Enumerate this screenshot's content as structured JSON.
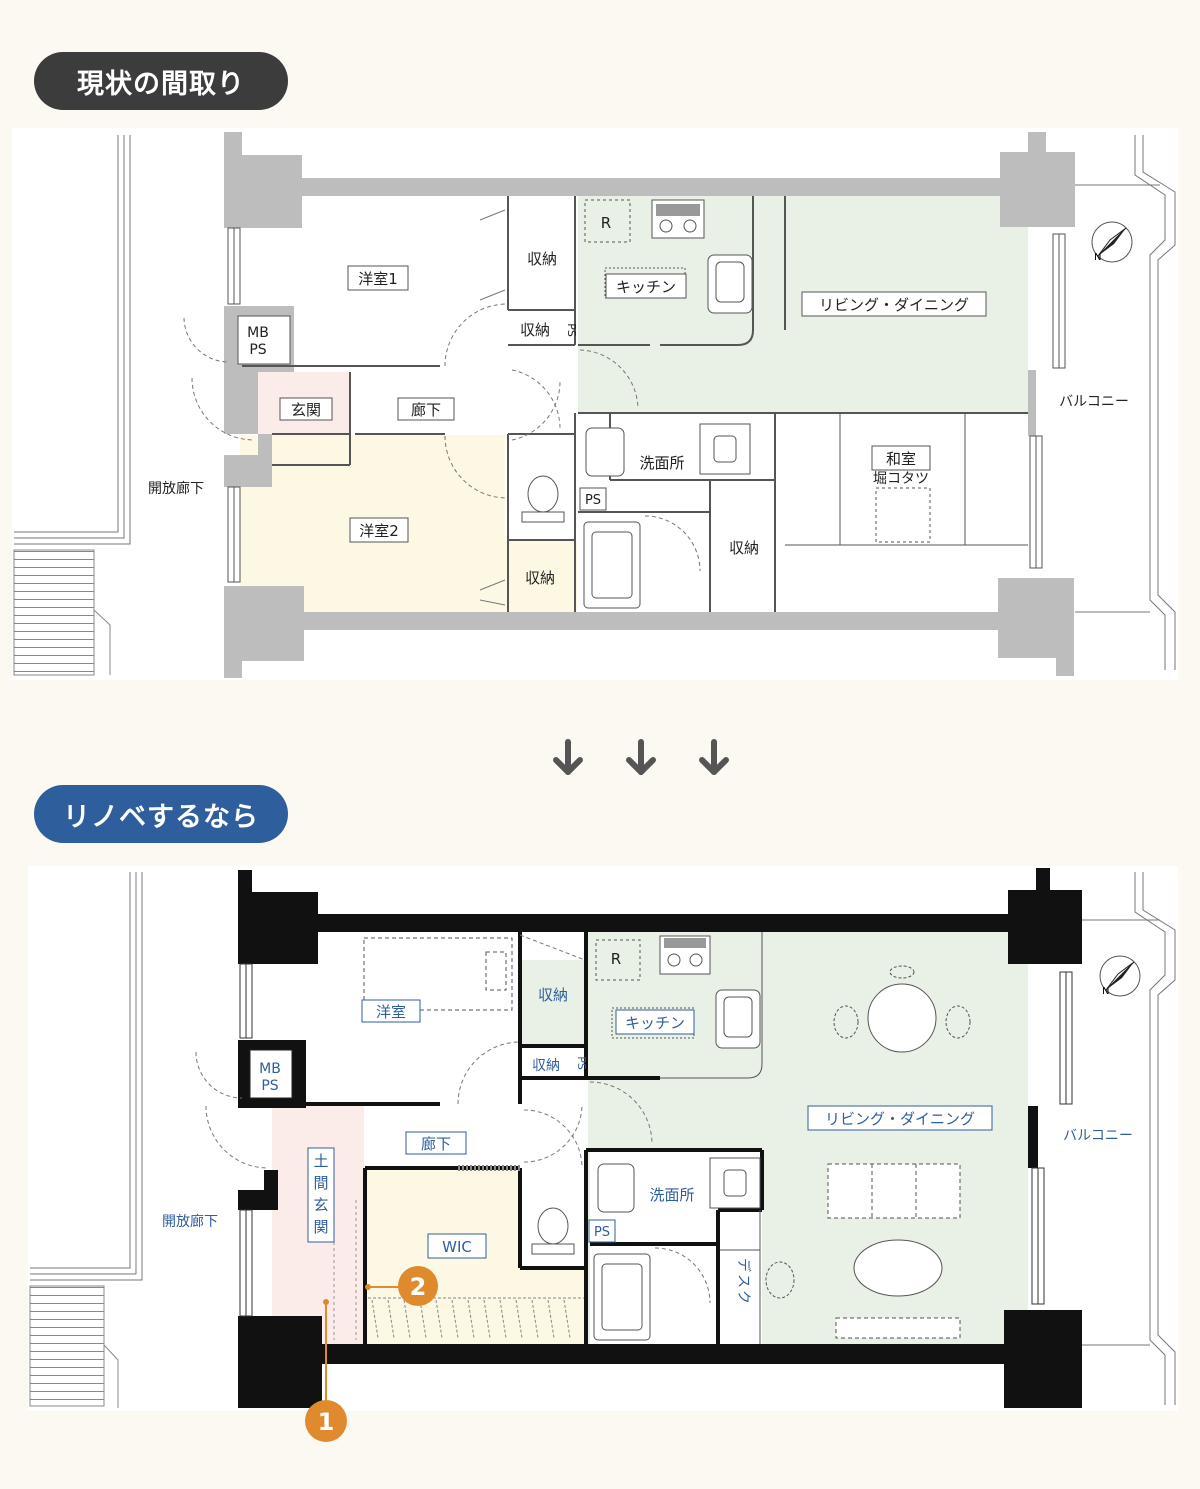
{
  "headings": {
    "before": "現状の間取り",
    "after": "リノベするなら"
  },
  "before_plan": {
    "rooms": {
      "western1": "洋室1",
      "storage_top": "収納",
      "kitchen": "キッチン",
      "fridge": "R",
      "living": "リビング・ダイニング",
      "storage_small": "収納",
      "ps_vertical": "PS",
      "mb": "MB",
      "mb_ps": "PS",
      "entrance": "玄関",
      "corridor": "廊下",
      "washroom": "洗面所",
      "ps": "PS",
      "japanese": "和室",
      "kotatsu": "堀コタツ",
      "western2": "洋室2",
      "storage_bottom": "収納",
      "storage_japanese": "収納",
      "balcony": "バルコニー",
      "open_corridor": "開放廊下"
    }
  },
  "after_plan": {
    "rooms": {
      "western": "洋室",
      "storage_top": "収納",
      "kitchen": "キッチン",
      "fridge": "R",
      "storage_small": "収納",
      "ps_vertical": "PS",
      "mb": "MB",
      "mb_ps": "PS",
      "corridor": "廊下",
      "living": "リビング・ダイニング",
      "washroom": "洗面所",
      "ps": "PS",
      "doma_chars": [
        "土",
        "間",
        "玄",
        "関"
      ],
      "wic": "WIC",
      "desk_chars": [
        "デ",
        "ス",
        "ク"
      ],
      "balcony": "バルコニー",
      "open_corridor": "開放廊下"
    },
    "markers": [
      "1",
      "2"
    ]
  },
  "colors": {
    "before_heading": "#3c3c3c",
    "after_heading": "#2f5e9c",
    "marker": "#e08a2e",
    "living_fill": "#e9f0e6",
    "western2_fill": "#fdf8e4",
    "entrance_fill": "#fbecea",
    "wall_before": "#bdbdbd",
    "wall_after": "#111111",
    "label_after": "#2f5e9c"
  }
}
